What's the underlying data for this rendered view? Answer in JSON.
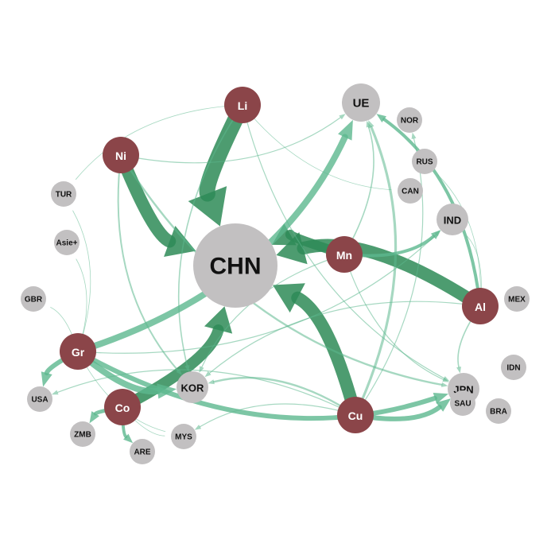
{
  "title": "Critical minerals trade network",
  "colors": {
    "mineral_node": "#8b4549",
    "country_node": "#c2c0c1",
    "mineral_label": "#ffffff",
    "country_label": "#111111",
    "edge_strong": "#2e8b57",
    "edge_light": "#5cb88e"
  },
  "nodes": [
    {
      "id": "CHN",
      "label": "CHN",
      "type": "country",
      "size": "xl"
    },
    {
      "id": "Li",
      "label": "Li",
      "type": "mineral"
    },
    {
      "id": "Ni",
      "label": "Ni",
      "type": "mineral"
    },
    {
      "id": "Mn",
      "label": "Mn",
      "type": "mineral"
    },
    {
      "id": "Al",
      "label": "Al",
      "type": "mineral"
    },
    {
      "id": "Gr",
      "label": "Gr",
      "type": "mineral"
    },
    {
      "id": "Co",
      "label": "Co",
      "type": "mineral"
    },
    {
      "id": "Cu",
      "label": "Cu",
      "type": "mineral"
    },
    {
      "id": "UE",
      "label": "UE",
      "type": "country",
      "size": "l"
    },
    {
      "id": "NOR",
      "label": "NOR",
      "type": "country",
      "size": "s"
    },
    {
      "id": "RUS",
      "label": "RUS",
      "type": "country",
      "size": "s"
    },
    {
      "id": "CAN",
      "label": "CAN",
      "type": "country",
      "size": "s"
    },
    {
      "id": "IND",
      "label": "IND",
      "type": "country",
      "size": "m"
    },
    {
      "id": "MEX",
      "label": "MEX",
      "type": "country",
      "size": "s"
    },
    {
      "id": "IDN",
      "label": "IDN",
      "type": "country",
      "size": "s"
    },
    {
      "id": "JPN",
      "label": "JPN",
      "type": "country",
      "size": "m"
    },
    {
      "id": "SAU",
      "label": "SAU",
      "type": "country",
      "size": "s"
    },
    {
      "id": "BRA",
      "label": "BRA",
      "type": "country",
      "size": "s"
    },
    {
      "id": "KOR",
      "label": "KOR",
      "type": "country",
      "size": "m"
    },
    {
      "id": "MYS",
      "label": "MYS",
      "type": "country",
      "size": "s"
    },
    {
      "id": "ARE",
      "label": "ARE",
      "type": "country",
      "size": "s"
    },
    {
      "id": "ZMB",
      "label": "ZMB",
      "type": "country",
      "size": "s"
    },
    {
      "id": "USA",
      "label": "USA",
      "type": "country",
      "size": "s"
    },
    {
      "id": "GBR",
      "label": "GBR",
      "type": "country",
      "size": "s"
    },
    {
      "id": "Asie+",
      "label": "Asie+",
      "type": "country",
      "size": "s"
    },
    {
      "id": "TUR",
      "label": "TUR",
      "type": "country",
      "size": "s"
    }
  ],
  "edges": [
    {
      "source": "Li",
      "target": "CHN",
      "weight": 5
    },
    {
      "source": "Ni",
      "target": "CHN",
      "weight": 4
    },
    {
      "source": "Al",
      "target": "CHN",
      "weight": 4
    },
    {
      "source": "Cu",
      "target": "CHN",
      "weight": 4
    },
    {
      "source": "Co",
      "target": "CHN",
      "weight": 3.5
    },
    {
      "source": "Mn",
      "target": "CHN",
      "weight": 3
    },
    {
      "source": "Gr",
      "target": "UE",
      "weight": 2
    },
    {
      "source": "Gr",
      "target": "KOR",
      "weight": 2
    },
    {
      "source": "Gr",
      "target": "JPN",
      "weight": 1.5
    },
    {
      "source": "Gr",
      "target": "USA",
      "weight": 1.5
    },
    {
      "source": "Co",
      "target": "ZMB",
      "weight": 1.2
    },
    {
      "source": "Co",
      "target": "ARE",
      "weight": 1
    },
    {
      "source": "Cu",
      "target": "JPN",
      "weight": 1.5
    },
    {
      "source": "Cu",
      "target": "UE",
      "weight": 0.8
    },
    {
      "source": "Cu",
      "target": "KOR",
      "weight": 0.6
    },
    {
      "source": "Al",
      "target": "UE",
      "weight": 1
    },
    {
      "source": "Al",
      "target": "JPN",
      "weight": 0.4
    },
    {
      "source": "Mn",
      "target": "IND",
      "weight": 1
    },
    {
      "source": "Mn",
      "target": "UE",
      "weight": 0.4
    },
    {
      "source": "Mn",
      "target": "KOR",
      "weight": 0.3
    },
    {
      "source": "Mn",
      "target": "JPN",
      "weight": 0.3
    },
    {
      "source": "Ni",
      "target": "JPN",
      "weight": 0.6
    },
    {
      "source": "Ni",
      "target": "KOR",
      "weight": 0.5
    },
    {
      "source": "Ni",
      "target": "UE",
      "weight": 0.3
    },
    {
      "source": "Li",
      "target": "KOR",
      "weight": 0.4
    },
    {
      "source": "Li",
      "target": "JPN",
      "weight": 0.3
    },
    {
      "source": "Li",
      "target": "CAN",
      "weight": 0.2
    },
    {
      "source": "Li",
      "target": "TUR",
      "weight": 0.2
    },
    {
      "source": "Gr",
      "target": "IND",
      "weight": 0.3
    },
    {
      "source": "Gr",
      "target": "MYS",
      "weight": 0.2
    },
    {
      "source": "Gr",
      "target": "TUR",
      "weight": 0.2
    },
    {
      "source": "Gr",
      "target": "Asie+",
      "weight": 0.2
    },
    {
      "source": "Gr",
      "target": "GBR",
      "weight": 0.1
    },
    {
      "source": "Cu",
      "target": "NOR",
      "weight": 0.3
    },
    {
      "source": "Cu",
      "target": "MYS",
      "weight": 0.3
    },
    {
      "source": "Cu",
      "target": "USA",
      "weight": 0.3
    },
    {
      "source": "Al",
      "target": "KOR",
      "weight": 0.3
    },
    {
      "source": "Al",
      "target": "RUS",
      "weight": 0.2
    },
    {
      "source": "Al",
      "target": "IND",
      "weight": 0.2
    },
    {
      "source": "Co",
      "target": "MYS",
      "weight": 0.2
    }
  ]
}
